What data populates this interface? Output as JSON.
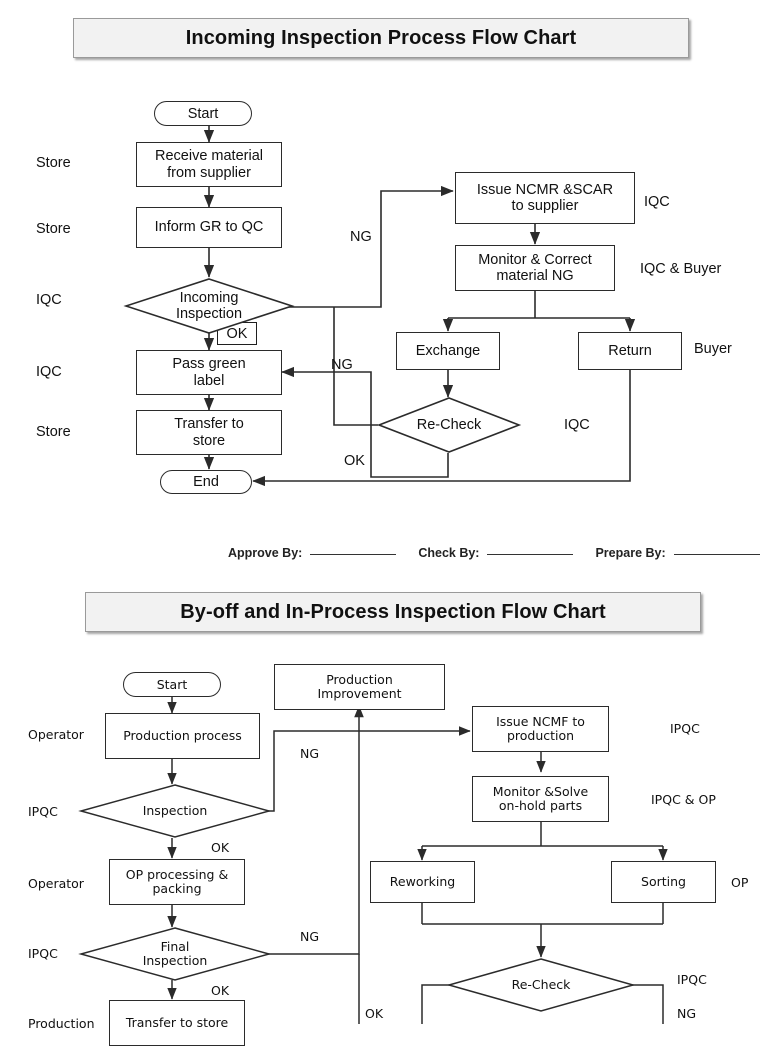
{
  "document": {
    "charts": [
      {
        "id": "incoming-inspection",
        "title": "Incoming Inspection Process Flow Chart",
        "roles": [
          {
            "label": "Store"
          },
          {
            "label": "Store"
          },
          {
            "label": "IQC"
          },
          {
            "label": "IQC"
          },
          {
            "label": "Store"
          },
          {
            "label": "IQC"
          },
          {
            "label": "IQC & Buyer"
          },
          {
            "label": "Buyer"
          },
          {
            "label": "IQC"
          }
        ],
        "nodes": {
          "start": "Start",
          "receive": "Receive material from supplier",
          "receive_l1": "Receive material",
          "receive_l2": "from supplier",
          "inform": "Inform GR to QC",
          "incoming_inspection_l1": "Incoming",
          "incoming_inspection_l2": "Inspection",
          "pass_label_l1": "Pass green",
          "pass_label_l2": "label",
          "transfer_l1": "Transfer to",
          "transfer_l2": "store",
          "end": "End",
          "ncmr_l1": "Issue NCMR &SCAR",
          "ncmr_l2": "to supplier",
          "monitor_l1": "Monitor & Correct",
          "monitor_l2": "material NG",
          "exchange": "Exchange",
          "return": "Return",
          "recheck": "Re-Check"
        },
        "edge_labels": {
          "ok_decision": "OK",
          "ng_to_ncmr": "NG",
          "ng_to_recheck": "NG",
          "ok_recheck": "OK"
        }
      },
      {
        "id": "byoff-inprocess",
        "title": "By-off and In-Process Inspection Flow Chart",
        "roles": [
          {
            "label": "Operator"
          },
          {
            "label": "IPQC"
          },
          {
            "label": "Operator"
          },
          {
            "label": "IPQC"
          },
          {
            "label": "Production"
          },
          {
            "label": "IPQC"
          },
          {
            "label": "IPQC & OP"
          },
          {
            "label": "OP"
          },
          {
            "label": "IPQC"
          }
        ],
        "nodes": {
          "start": "Start",
          "production_process": "Production process",
          "inspection": "Inspection",
          "op_processing_l1": "OP processing &",
          "op_processing_l2": "packing",
          "final_inspection_l1": "Final",
          "final_inspection_l2": "Inspection",
          "transfer_store": "Transfer to store",
          "production_improvement_l1": "Production",
          "production_improvement_l2": "Improvement",
          "ncmf_l1": "Issue NCMF to",
          "ncmf_l2": "production",
          "monitor_l1": "Monitor &Solve",
          "monitor_l2": "on-hold parts",
          "reworking": "Reworking",
          "sorting": "Sorting",
          "recheck": "Re-Check"
        },
        "edge_labels": {
          "ng_inspection": "NG",
          "ok_inspection": "OK",
          "ng_final": "NG",
          "ok_final": "OK",
          "ok_recheck": "OK",
          "ng_recheck": "NG"
        }
      }
    ],
    "signature": {
      "items": [
        {
          "label": "Approve By:"
        },
        {
          "label": "Check By:"
        },
        {
          "label": "Prepare By:"
        }
      ]
    },
    "colors": {
      "title_fill": "#f2f2f2",
      "title_border": "#9a9a9a",
      "line": "#2b2b2b",
      "text": "#111111",
      "page_bg": "#ffffff"
    }
  }
}
